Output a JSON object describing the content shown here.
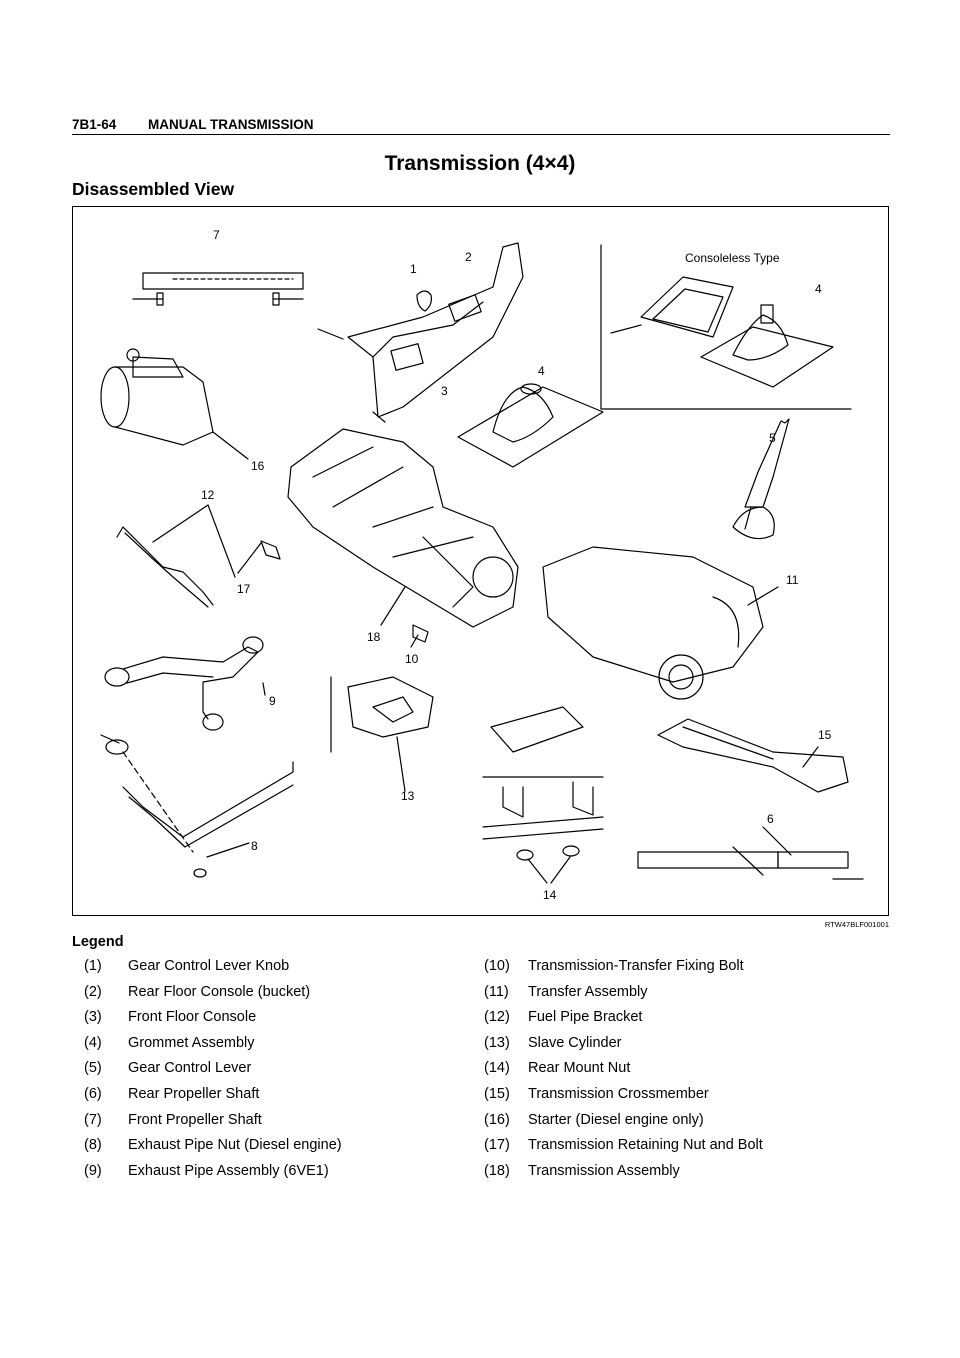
{
  "header": {
    "page_number": "7B1-64",
    "section": "MANUAL TRANSMISSION"
  },
  "title": "Transmission (4×4)",
  "subtitle": "Disassembled View",
  "figure": {
    "consoleless_label": "Consoleless Type",
    "figure_code": "RTW47BLF001001",
    "callouts": [
      "7",
      "2",
      "1",
      "4",
      "3",
      "4",
      "16",
      "5",
      "12",
      "17",
      "11",
      "18",
      "10",
      "9",
      "15",
      "13",
      "6",
      "8",
      "14"
    ]
  },
  "legend": {
    "title": "Legend",
    "left": [
      {
        "num": "(1)",
        "text": "Gear Control Lever Knob"
      },
      {
        "num": "(2)",
        "text": "Rear Floor Console (bucket)"
      },
      {
        "num": "(3)",
        "text": "Front Floor Console"
      },
      {
        "num": "(4)",
        "text": "Grommet Assembly"
      },
      {
        "num": "(5)",
        "text": "Gear Control Lever"
      },
      {
        "num": "(6)",
        "text": "Rear Propeller Shaft"
      },
      {
        "num": "(7)",
        "text": "Front Propeller Shaft"
      },
      {
        "num": "(8)",
        "text": "Exhaust Pipe Nut (Diesel engine)"
      },
      {
        "num": "(9)",
        "text": "Exhaust Pipe Assembly (6VE1)"
      }
    ],
    "right": [
      {
        "num": "(10)",
        "text": "Transmission-Transfer Fixing Bolt"
      },
      {
        "num": "(11)",
        "text": "Transfer Assembly"
      },
      {
        "num": "(12)",
        "text": "Fuel Pipe Bracket"
      },
      {
        "num": "(13)",
        "text": "Slave Cylinder"
      },
      {
        "num": "(14)",
        "text": "Rear Mount Nut"
      },
      {
        "num": "(15)",
        "text": "Transmission Crossmember"
      },
      {
        "num": "(16)",
        "text": "Starter (Diesel engine only)"
      },
      {
        "num": "(17)",
        "text": "Transmission Retaining Nut and Bolt"
      },
      {
        "num": "(18)",
        "text": "Transmission Assembly"
      }
    ]
  }
}
